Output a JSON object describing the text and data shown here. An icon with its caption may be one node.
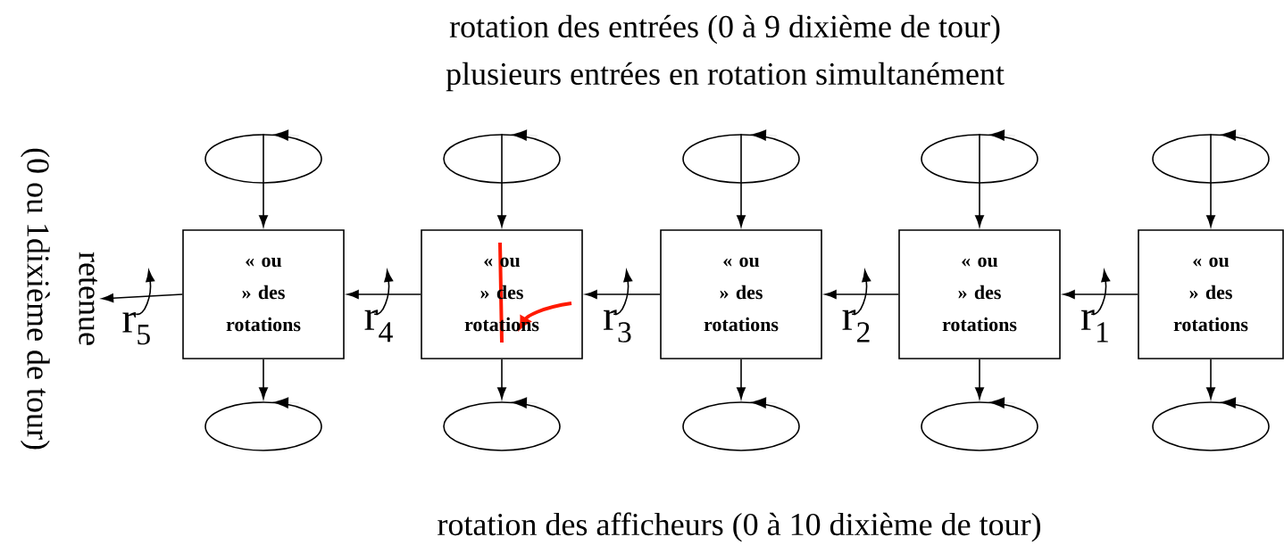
{
  "diagram": {
    "nodes": [
      {
        "text": [
          "« ou » des rotations"
        ]
      },
      {
        "text": [
          "« ou » des rotations"
        ]
      },
      {
        "text": [
          "« ou » des rotations"
        ]
      },
      {
        "text": [
          "« ou » des rotations"
        ]
      },
      {
        "text": [
          "« ou » des rotations"
        ]
      },
      {
        "text": [],
        "shape": "ellipse"
      },
      {
        "text": [],
        "shape": "ellipse"
      },
      {
        "text": [],
        "shape": "ellipse"
      },
      {
        "text": [],
        "shape": "ellipse"
      },
      {
        "text": [],
        "shape": "ellipse"
      },
      {
        "text": [],
        "shape": "ellipse"
      },
      {
        "text": [],
        "shape": "ellipse"
      },
      {
        "text": [],
        "shape": "ellipse"
      },
      {
        "text": [],
        "shape": "ellipse"
      },
      {
        "text": [],
        "shape": "ellipse"
      },
      {
        "text": [
          "retenue",
          "(0 ou 1dixième de tour)"
        ]
      }
    ],
    "edges": [
      {
        "from": 5,
        "to": 0,
        "arrow": "to"
      },
      {
        "from": 6,
        "to": 1,
        "arrow": "to"
      },
      {
        "from": 7,
        "to": 2,
        "arrow": "to"
      },
      {
        "from": 8,
        "to": 3,
        "arrow": "to"
      },
      {
        "from": 9,
        "to": 4,
        "arrow": "to"
      },
      {
        "from": 0,
        "to": 10,
        "arrow": "to"
      },
      {
        "from": 1,
        "to": 11,
        "arrow": "to"
      },
      {
        "from": 2,
        "to": 12,
        "arrow": "to"
      },
      {
        "from": 3,
        "to": 13,
        "arrow": "to"
      },
      {
        "from": 4,
        "to": 14,
        "arrow": "to"
      },
      {
        "from": 0,
        "to": 15,
        "arrow": "to",
        "label": "r$_{5}$"
      },
      {
        "from": 1,
        "to": 0,
        "arrow": "to",
        "label": "r$_{4}$"
      },
      {
        "from": 2,
        "to": 1,
        "arrow": "to",
        "label": "r$_{3}$"
      },
      {
        "from": 3,
        "to": 2,
        "arrow": "to",
        "label": "r$_{2}$"
      },
      {
        "from": 4,
        "to": 3,
        "arrow": "to",
        "label": "r$_{1}$"
      }
    ],
    "labels": [
      "rotation des entrées (0 à 9 dixième de tour)",
      "plusieurs entrées en rotation simultanément",
      "rotation des afficheurs (0 à 10 dixième de tour)"
    ]
  }
}
